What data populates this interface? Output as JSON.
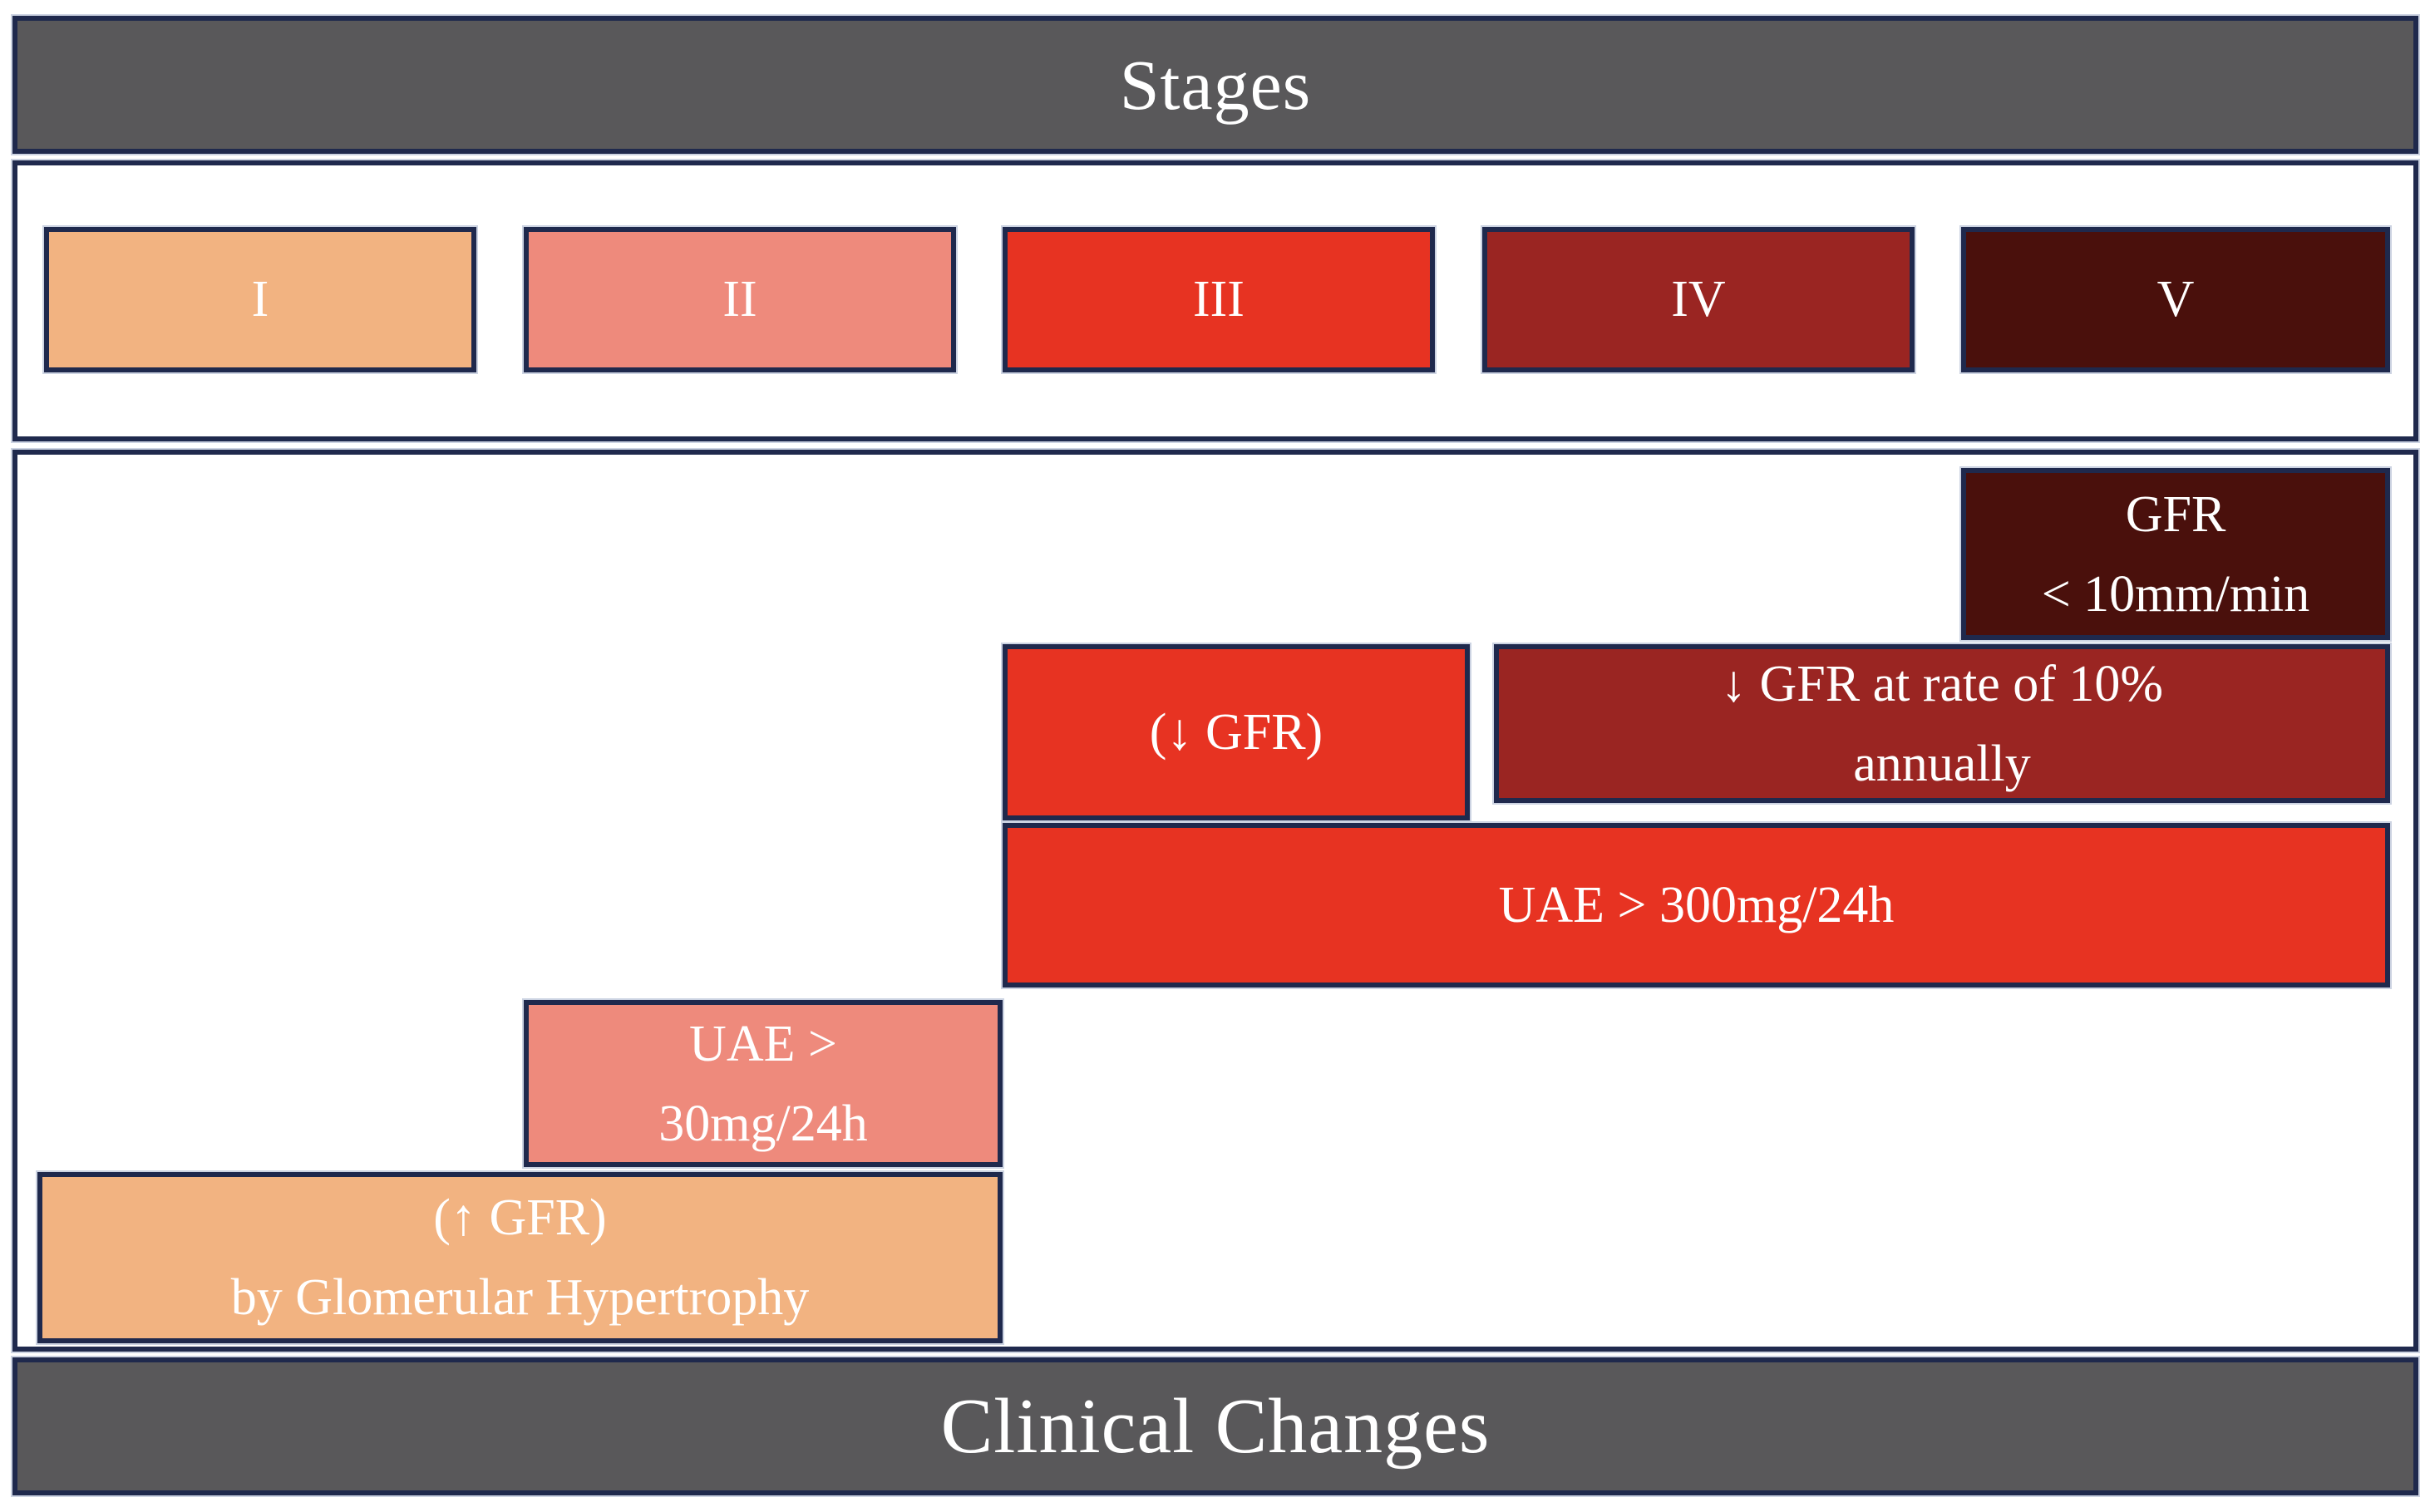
{
  "stages_section": {
    "title": "Stages",
    "items": [
      {
        "numeral": "I",
        "color": "#F2B381"
      },
      {
        "numeral": "II",
        "color": "#EE8A7C"
      },
      {
        "numeral": "III",
        "color": "#E73322"
      },
      {
        "numeral": "IV",
        "color": "#9A2522"
      },
      {
        "numeral": "V",
        "color": "#4A100C"
      }
    ]
  },
  "clinical_section": {
    "title": "Clinical Changes",
    "boxes": [
      {
        "id": "gfr-under-10",
        "lines": [
          "GFR",
          "< 10mm/min"
        ],
        "color": "#4A100C"
      },
      {
        "id": "gfr-decline",
        "lines": [
          "(↓ GFR)"
        ],
        "color": "#E73322"
      },
      {
        "id": "gfr-rate",
        "lines": [
          "↓ GFR at rate of 10%",
          "annually"
        ],
        "color": "#9A2522"
      },
      {
        "id": "uae-over-300",
        "lines": [
          "UAE > 300mg/24h"
        ],
        "color": "#E73322"
      },
      {
        "id": "uae-over-30",
        "lines": [
          "UAE >",
          "30mg/24h"
        ],
        "color": "#EE8A7C"
      },
      {
        "id": "gfr-rise",
        "lines": [
          "(↑ GFR)",
          "by Glomerular Hypertrophy"
        ],
        "color": "#F2B381"
      }
    ]
  },
  "colors": {
    "border": "#1F294D",
    "bar_background": "#59585A",
    "panel_background": "#FFFFFF",
    "text": "#FFFFFF"
  }
}
